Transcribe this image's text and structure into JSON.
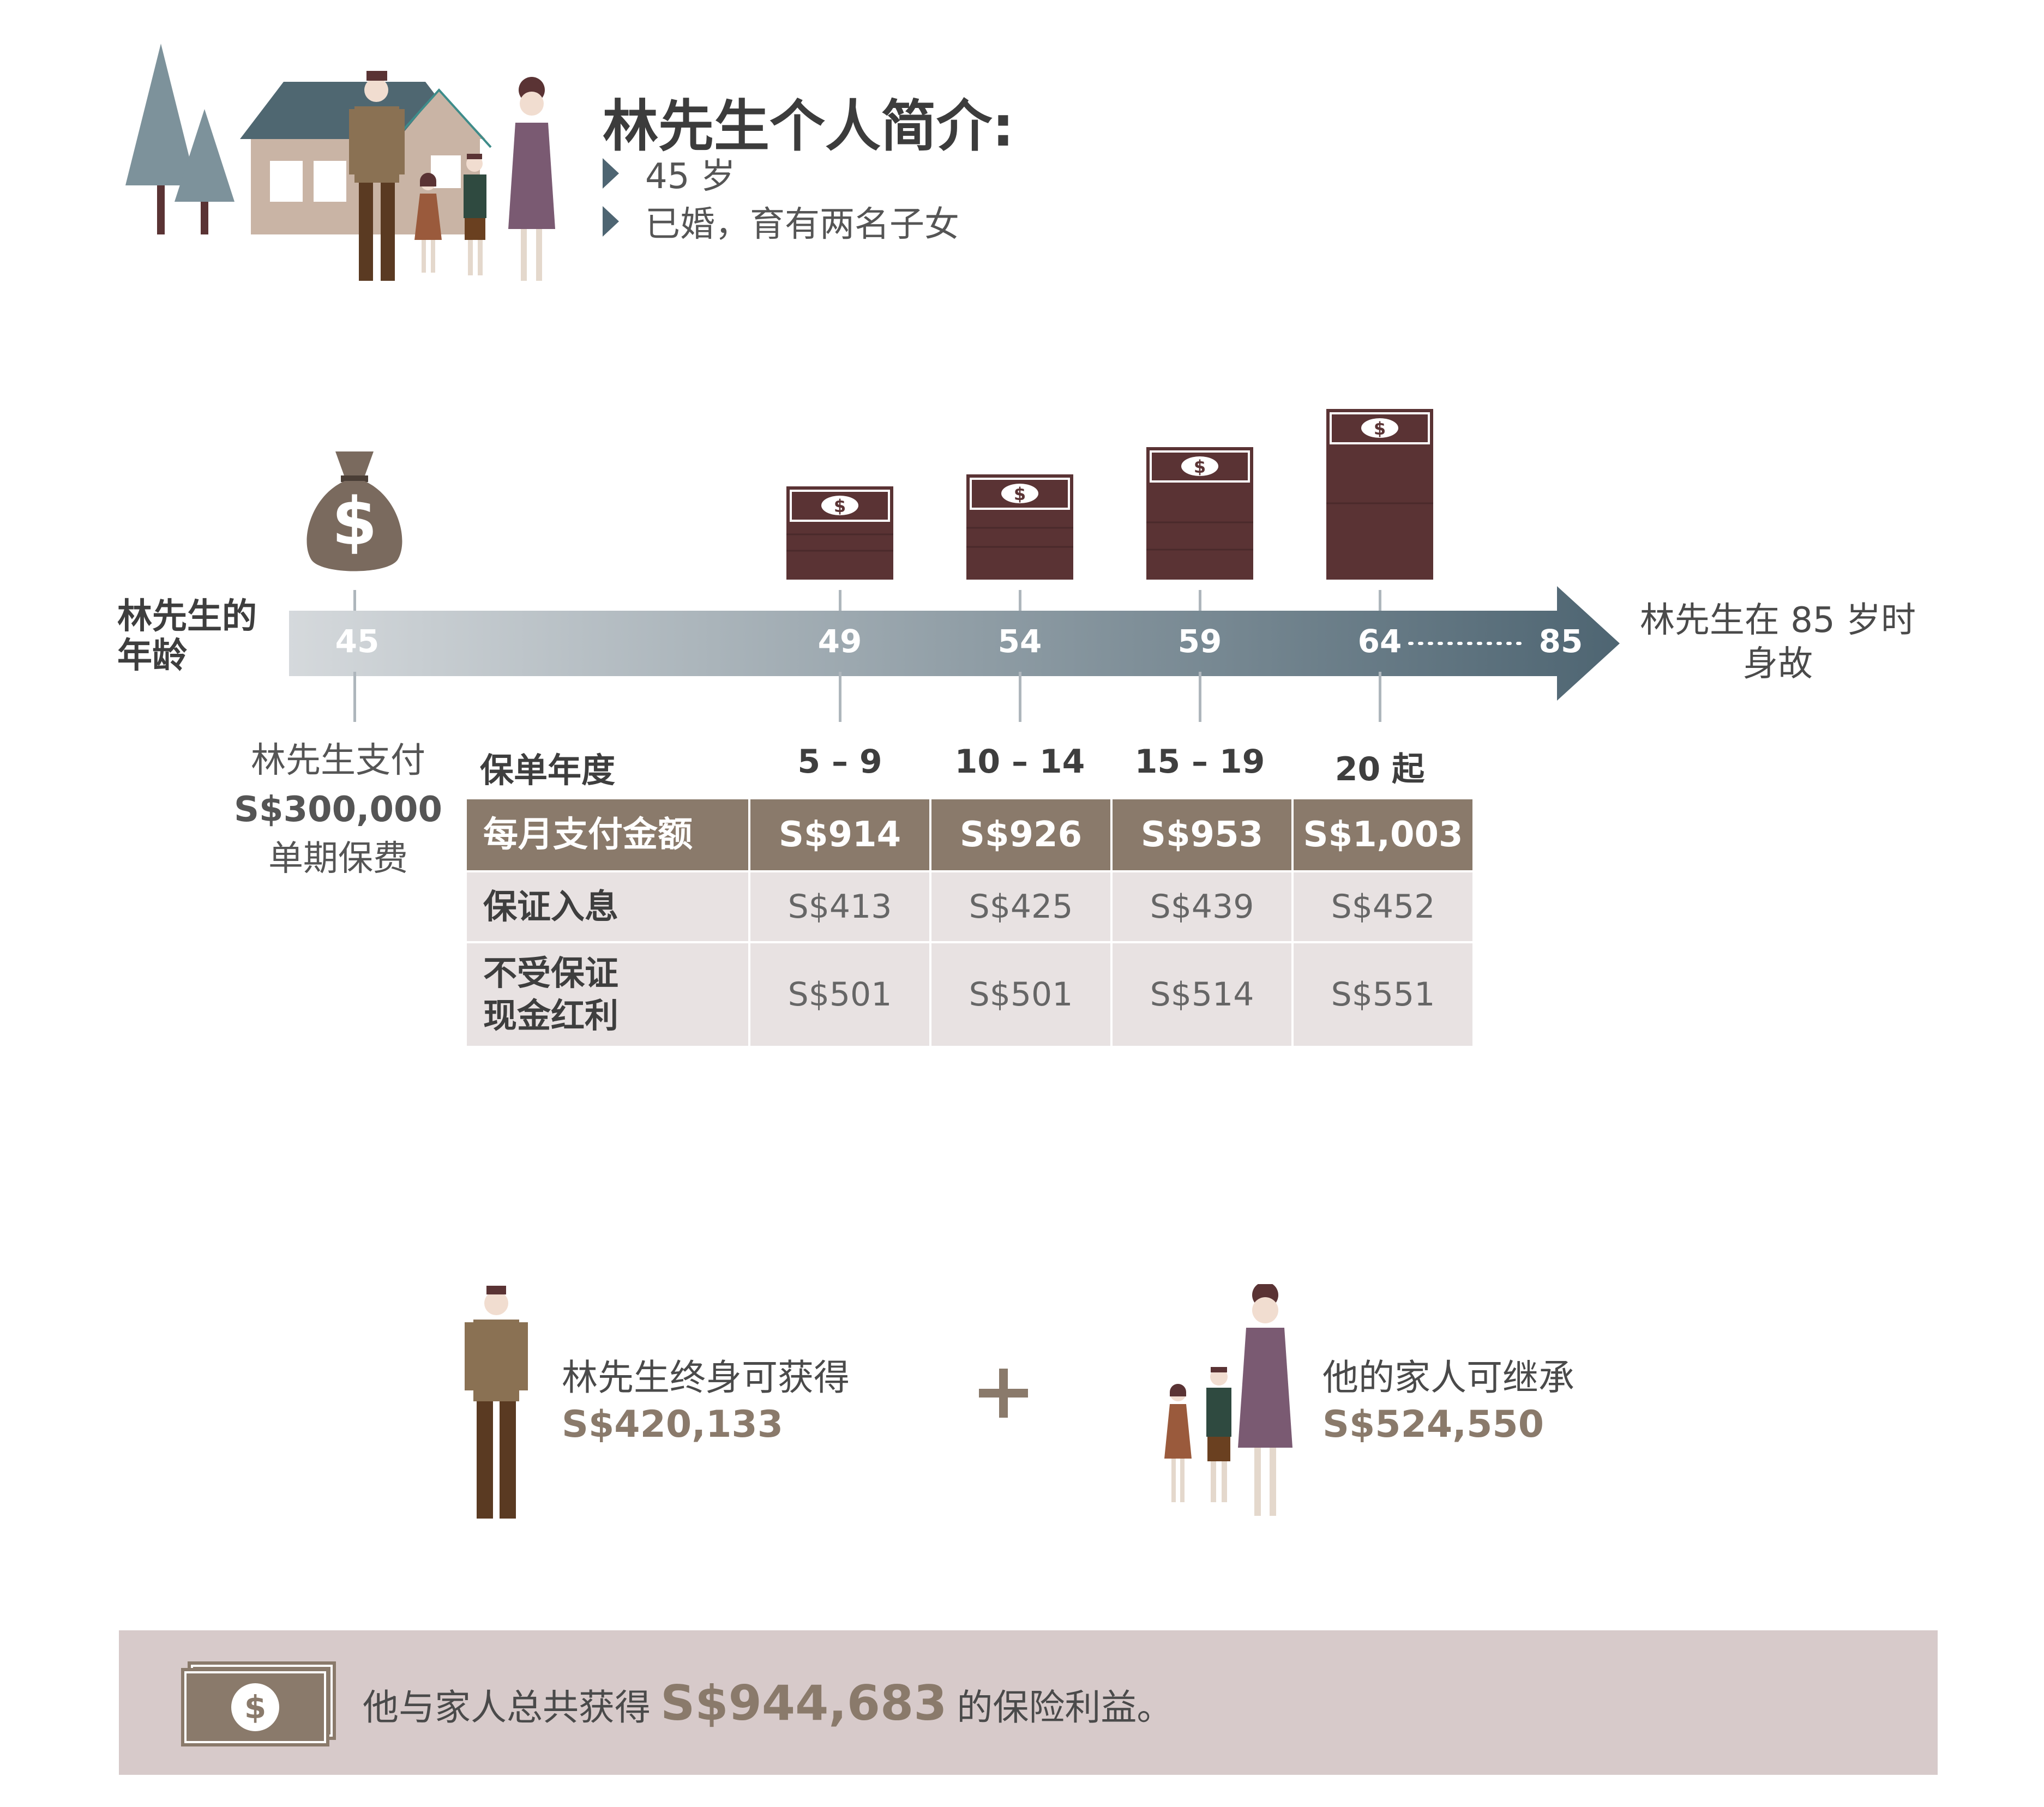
{
  "profile": {
    "title": "林先生个人简介:",
    "bullets": [
      "45 岁",
      "已婚，育有两名子女"
    ]
  },
  "timeline": {
    "axis_label_line1": "林先生的",
    "axis_label_line2": "年龄",
    "ages": [
      "45",
      "49",
      "54",
      "59",
      "64",
      "85"
    ],
    "end_note_line1": "林先生在 85 岁时",
    "end_note_line2": "身故",
    "payment_line1": "林先生支付",
    "payment_amount": "S$300,000",
    "payment_line3": "单期保费"
  },
  "table": {
    "year_header": "保单年度",
    "years": [
      "5 – 9",
      "10 – 14",
      "15 – 19",
      "20 起"
    ],
    "rows": [
      {
        "label": "每月支付金额",
        "values": [
          "S$914",
          "S$926",
          "S$953",
          "S$1,003"
        ]
      },
      {
        "label": "保证入息",
        "values": [
          "S$413",
          "S$425",
          "S$439",
          "S$452"
        ]
      },
      {
        "label_line1": "不受保证",
        "label_line2": "现金红利",
        "values": [
          "S$501",
          "S$501",
          "S$514",
          "S$551"
        ]
      }
    ]
  },
  "summary": {
    "self_text": "林先生终身可获得",
    "self_amount": "S$420,133",
    "family_text": "他的家人可继承",
    "family_amount": "S$524,550",
    "total_prefix": "他与家人总共获得",
    "total_amount": "S$944,683",
    "total_suffix": "的保险利益。"
  },
  "colors": {
    "brown": "#8a7a6b",
    "maroon": "#5a3334",
    "slate": "#4e6572",
    "banner": "#d7caca",
    "row_bg": "#e8e2e2"
  },
  "icons": [
    "money-bag-icon",
    "cash-stack-icon",
    "banknote-icon",
    "plus-icon"
  ]
}
